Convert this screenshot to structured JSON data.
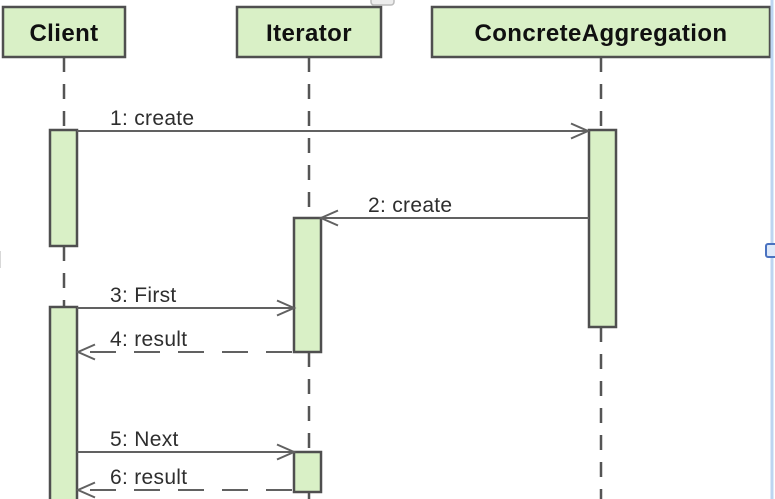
{
  "diagram": {
    "participants": [
      {
        "name": "Client"
      },
      {
        "name": "Iterator"
      },
      {
        "name": "ConcreteAggregation"
      }
    ],
    "messages": [
      {
        "label": "1: create",
        "from": "Client",
        "to": "ConcreteAggregation",
        "line": "solid"
      },
      {
        "label": "2: create",
        "from": "ConcreteAggregation",
        "to": "Iterator",
        "line": "solid"
      },
      {
        "label": "3: First",
        "from": "Client",
        "to": "Iterator",
        "line": "solid"
      },
      {
        "label": "4: result",
        "from": "Iterator",
        "to": "Client",
        "line": "dashed"
      },
      {
        "label": "5: Next",
        "from": "Client",
        "to": "Iterator",
        "line": "solid"
      },
      {
        "label": "6: result",
        "from": "Iterator",
        "to": "Client",
        "line": "dashed"
      }
    ],
    "colors": {
      "activation_fill": "#d9f0c6",
      "shape_border": "#4f4f4f",
      "message_line": "#616161",
      "selection_line": "#bdd5f1",
      "selection_handle": "#4a72c0"
    }
  }
}
